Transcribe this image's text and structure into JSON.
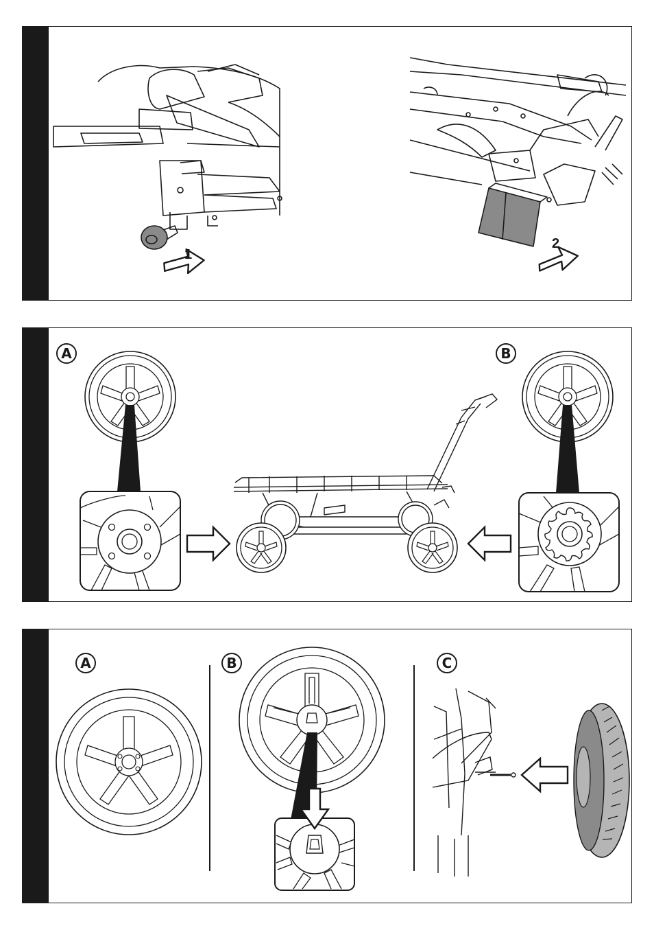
{
  "panel1": {
    "steps": [
      "1",
      "2"
    ]
  },
  "panel2": {
    "labels": {
      "a": "A",
      "b": "B"
    }
  },
  "panel3": {
    "labels": {
      "a": "A",
      "b": "B",
      "c": "C"
    }
  },
  "colors": {
    "ink": "#1a1a1a",
    "gray": "#8a8a8a",
    "light_gray": "#b5b5b5"
  }
}
